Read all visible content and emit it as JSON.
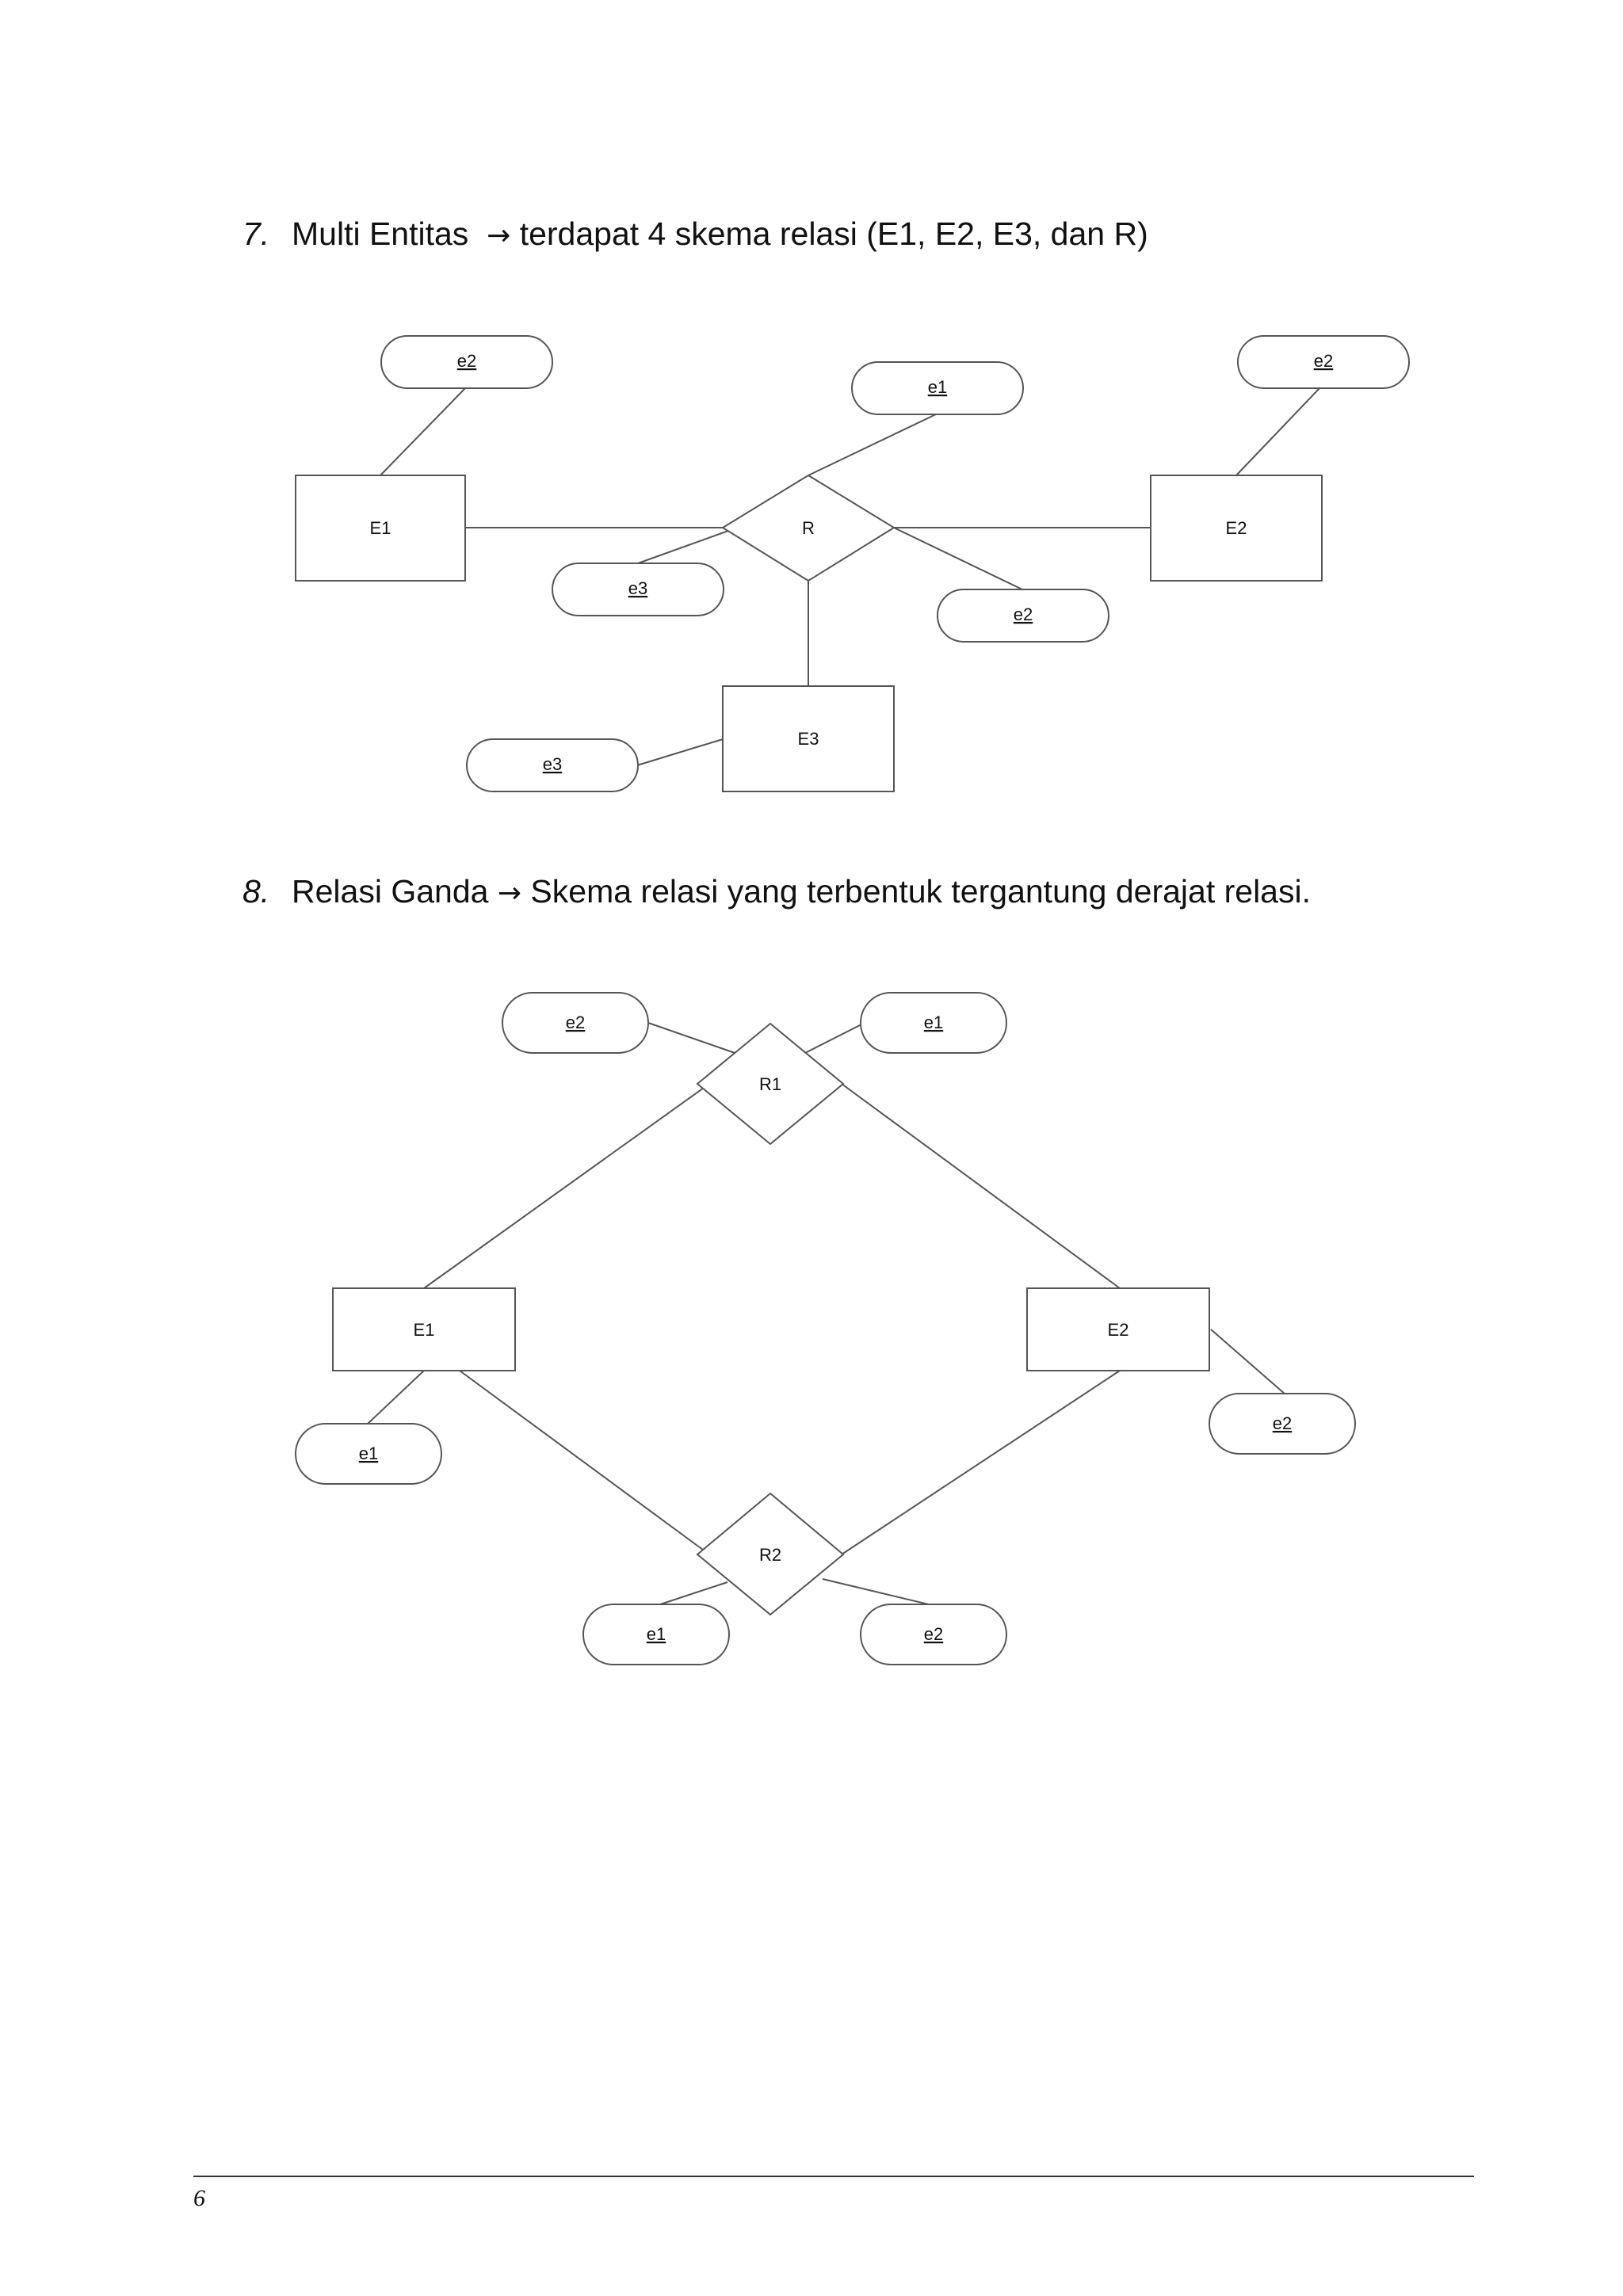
{
  "sections": [
    {
      "number": "7.",
      "title": "Multi Entitas",
      "arrow": "→",
      "description": "terdapat 4 skema relasi (E1, E2, E3, dan R)"
    },
    {
      "number": "8.",
      "title": "Relasi Ganda",
      "arrow": "→",
      "description": "Skema relasi yang terbentuk tergantung derajat relasi."
    }
  ],
  "diagram1": {
    "entities": [
      "E1",
      "E2",
      "E3"
    ],
    "relation": "R",
    "attributes": [
      "e2",
      "e1",
      "e2",
      "e3",
      "e2",
      "e3"
    ]
  },
  "diagram2": {
    "entities": [
      "E1",
      "E2"
    ],
    "relations": [
      "R1",
      "R2"
    ],
    "attributes": [
      "e2",
      "e1",
      "e1",
      "e2",
      "e1",
      "e2"
    ]
  },
  "footer": {
    "page_number": "6"
  }
}
